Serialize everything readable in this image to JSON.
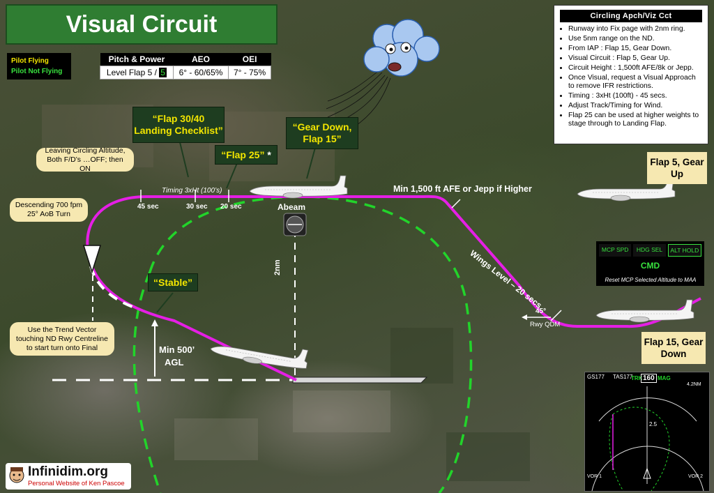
{
  "title": "Visual Circuit",
  "roles": {
    "pilot_flying": "Pilot Flying",
    "pilot_not_flying": "Pilot Not Flying"
  },
  "pitch_power": {
    "headers": [
      "Pitch & Power",
      "AEO",
      "OEI"
    ],
    "row_label": "Level Flap 5 /",
    "row_highlight": "5",
    "aeo": "6° - 60/65%",
    "oei": "7° - 75%"
  },
  "briefing": {
    "title": "Circling Apch/Viz Cct",
    "items": [
      "Runway into Fix page with 2nm ring.",
      "Use 5nm range on the ND.",
      "From IAP : Flap 15, Gear Down.",
      "Visual Circuit : Flap 5, Gear Up.",
      "Circuit Height : 1,500ft AFE/8k or Jepp.",
      "Once Visual, request a Visual Approach to remove IFR restrictions.",
      "Timing : 3xHt (100ft) - 45 secs.",
      "Adjust Track/Timing for Wind.",
      "Flap 25 can be used at higher weights to stage through to Landing Flap."
    ]
  },
  "callouts": {
    "flap3040": "“Flap 30/40 Landing Checklist”",
    "flap25": "“Flap 25”",
    "flap25_star": "*",
    "gear_down": "“Gear Down, Flap 15”",
    "stable": "“Stable”"
  },
  "notes": {
    "leaving": "Leaving Circling Altitude, Both F/D’s …OFF; then ON",
    "descending": "Descending 700 fpm 25° AoB Turn",
    "trend": "Use the Trend Vector touching ND Rwy Centreline to start turn onto Final"
  },
  "cards": {
    "flap5_up": "Flap 5, Gear Up",
    "flap15_down": "Flap 15, Gear Down"
  },
  "map_labels": {
    "timing": "Timing 3xHt (100’s)",
    "t45": "45 sec",
    "t30": "30 sec",
    "t20": "20 sec",
    "abeam": "Abeam",
    "min1500": "Min 1,500 ft AFE or Jepp if Higher",
    "wings_level": "Wings Level – 20 secs",
    "two_nm": "2nm",
    "min500_a": "Min 500’",
    "min500_b": "AGL",
    "angle": "45°",
    "rwy_qdm": "Rwy QDM"
  },
  "mcp": {
    "buttons": [
      "MCP SPD",
      "HDG SEL",
      "ALT HOLD"
    ],
    "active": "ALT HOLD",
    "cmd": "CMD",
    "note": "Reset MCP Selected Altitude to MAA"
  },
  "nd": {
    "gs": "GS177",
    "tas": "TAS177",
    "trk": "TRK",
    "heading": "160",
    "mag": "MAG",
    "range": "4.2NM",
    "ring": "2.5",
    "vor1": "VOR 1",
    "vor2": "VOR 2"
  },
  "logo": {
    "name": "Infinidim.org",
    "tagline": "Personal Website of Ken Pascoe"
  },
  "colors": {
    "circuit": "#e51fe5",
    "ring": "#22d42a",
    "title_bg": "#2f7d32",
    "callout_text": "#f3e600"
  }
}
